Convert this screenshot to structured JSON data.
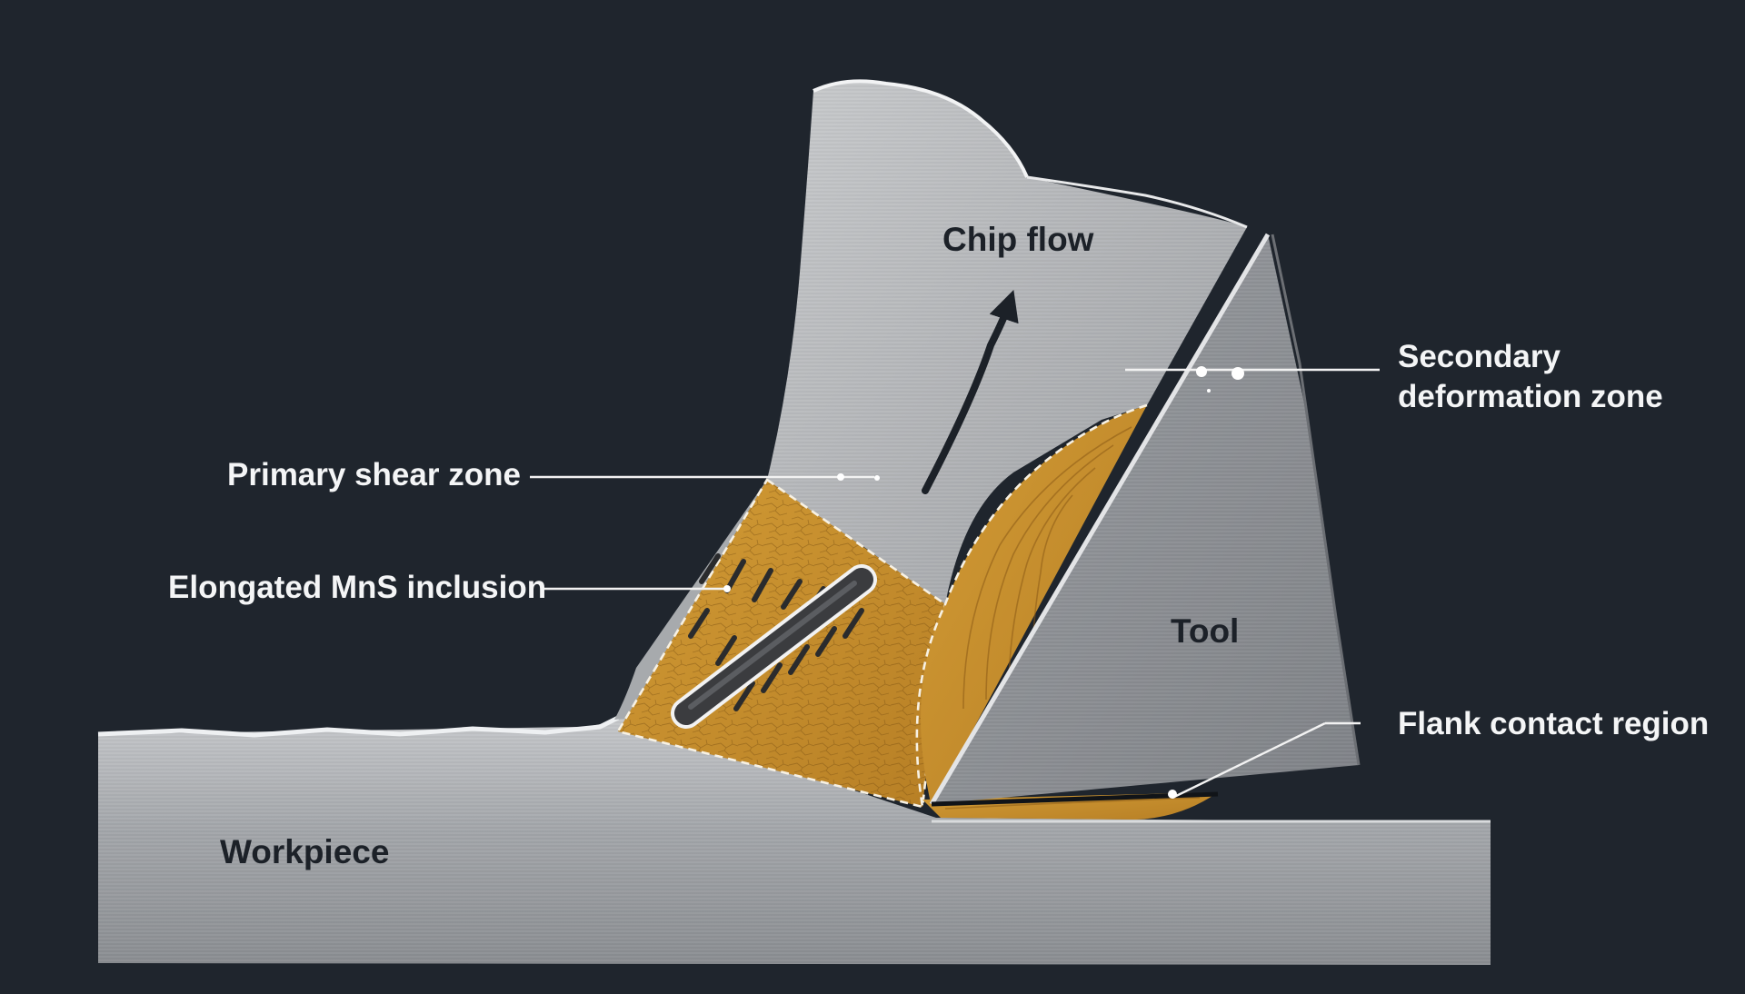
{
  "labels": {
    "chip_flow": "Chip flow",
    "secondary_line1": "Secondary",
    "secondary_line2": "deformation zone",
    "primary_shear": "Primary shear zone",
    "inclusion": "Elongated MnS inclusion",
    "tool": "Tool",
    "flank_contact": "Flank contact region",
    "workpiece": "Workpiece"
  },
  "colors": {
    "background": "#1f252d",
    "metal": "#a9acaf",
    "tool": "#8e9196",
    "deformation_zone": "#c48f2f",
    "label_text": "#f4f5f6",
    "body_text": "#1c2128"
  },
  "icons": {
    "chip_flow_arrow": "curved-arrow-up-icon"
  }
}
